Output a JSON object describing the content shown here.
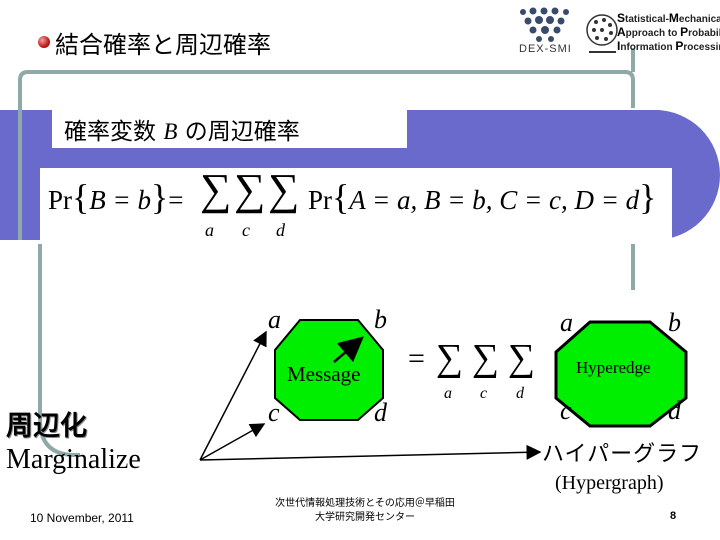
{
  "slide": {
    "title": "結合確率と周辺確率",
    "subtitle_prefix": "確率変数",
    "subtitle_var": "B",
    "subtitle_suffix": "の周辺確率"
  },
  "logos": {
    "dex_smi": "DEX-SMI",
    "samp_line1_cap": "S",
    "samp_line1": "tatistical-",
    "samp_line1b_cap": "M",
    "samp_line1b": "echanical",
    "samp_line2_cap": "A",
    "samp_line2": "pproach to ",
    "samp_line2b_cap": "P",
    "samp_line2b": "robabilistic",
    "samp_line3_cap": "I",
    "samp_line3": "nformation ",
    "samp_line3b_cap": "P",
    "samp_line3b": "rocessing"
  },
  "equation": {
    "lhs_pr": "Pr",
    "lhs_arg": "B = b",
    "eq": "=",
    "sum_symbol": "∑",
    "sum_indices": [
      "a",
      "c",
      "d"
    ],
    "rhs_pr": "Pr",
    "rhs_arg": "A = a, B = b, C = c, D = d"
  },
  "left_graph": {
    "nodes": [
      "a",
      "b",
      "c",
      "d"
    ],
    "edge_label": "Message"
  },
  "middle_sum": {
    "eq": "=",
    "sum_symbol": "∑",
    "indices": [
      "a",
      "c",
      "d"
    ]
  },
  "right_graph": {
    "nodes": [
      "a",
      "b",
      "c",
      "d"
    ],
    "edge_label": "Hyperedge"
  },
  "labels": {
    "marginalize_jp": "周辺化",
    "marginalize_en": "Marginalize",
    "hypergraph_jp": "ハイパーグラフ",
    "hypergraph_en": "(Hypergraph)"
  },
  "footer": {
    "date": "10 November, 2011",
    "org_line1": "次世代情報処理技術とその応用＠早稲田",
    "org_line2": "大学研究開発センター",
    "page": "8"
  },
  "colors": {
    "band": "#6a6acc",
    "frame": "#8fa8a8",
    "node_fill": "#00ee00",
    "bullet": "#c01818"
  },
  "icons": [
    "bullet-icon",
    "dex-smi-logo",
    "samp-logo"
  ]
}
